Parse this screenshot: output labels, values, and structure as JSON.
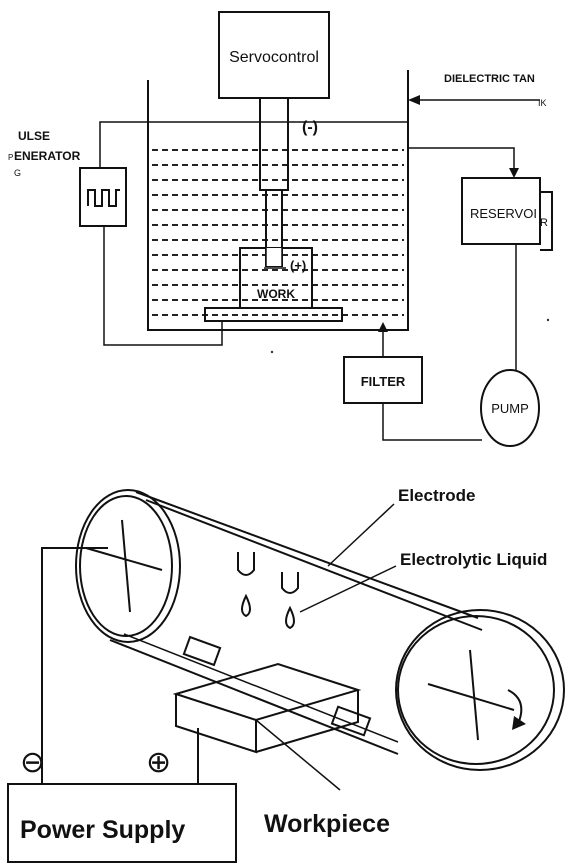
{
  "edm": {
    "servo_label": "Servocontrol",
    "tank_label_line1": "DIELECTRIC TAN",
    "tank_label_line2": "IK",
    "pulse_label_line1": "ULSE",
    "pulse_label_line2": "ENERATOR",
    "pulse_label_line3": "G",
    "pulse_label_stub": "P",
    "neg_label": "(-)",
    "pos_label": "(+)",
    "work_label": "WORK",
    "reservoir_label": "RESERVOI",
    "reservoir_label_r": "R",
    "filter_label": "FILTER",
    "pump_label": "PUMP"
  },
  "ecm": {
    "electrode_label": "Electrode",
    "liquid_label": "Electrolytic Liquid",
    "power_label": "Power Supply",
    "workpiece_label": "Workpiece",
    "minus_symbol": "⊖",
    "plus_symbol": "⊕"
  },
  "colors": {
    "ink": "#111111",
    "background": "#ffffff"
  }
}
